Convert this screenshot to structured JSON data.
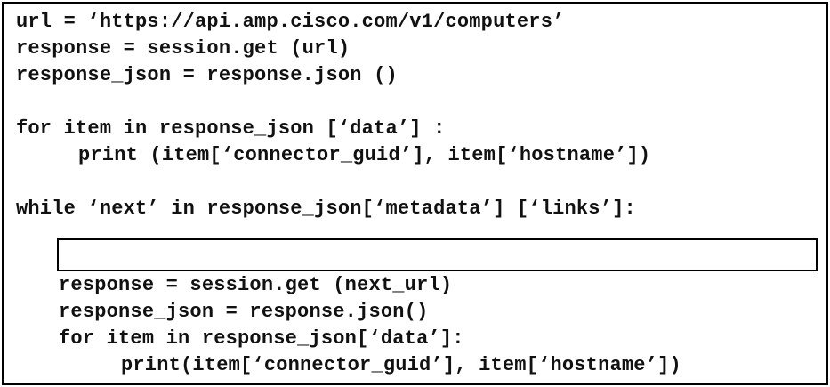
{
  "code": {
    "lines": [
      "url = ‘https://api.amp.cisco.com/v1/computers’",
      "response = session.get (url)",
      "response_json = response.json ()",
      "for item in response_json [‘data’] :",
      "print (item[‘connector_guid’], item[‘hostname’])",
      "while ‘next’ in response_json[‘metadata’] [‘links’]:",
      "response = session.get (next_url)",
      "response_json = response.json()",
      "for item in response_json[‘data’]:",
      "print(item[‘connector_guid’], item[‘hostname’])"
    ]
  },
  "answer_box": {
    "value": ""
  }
}
